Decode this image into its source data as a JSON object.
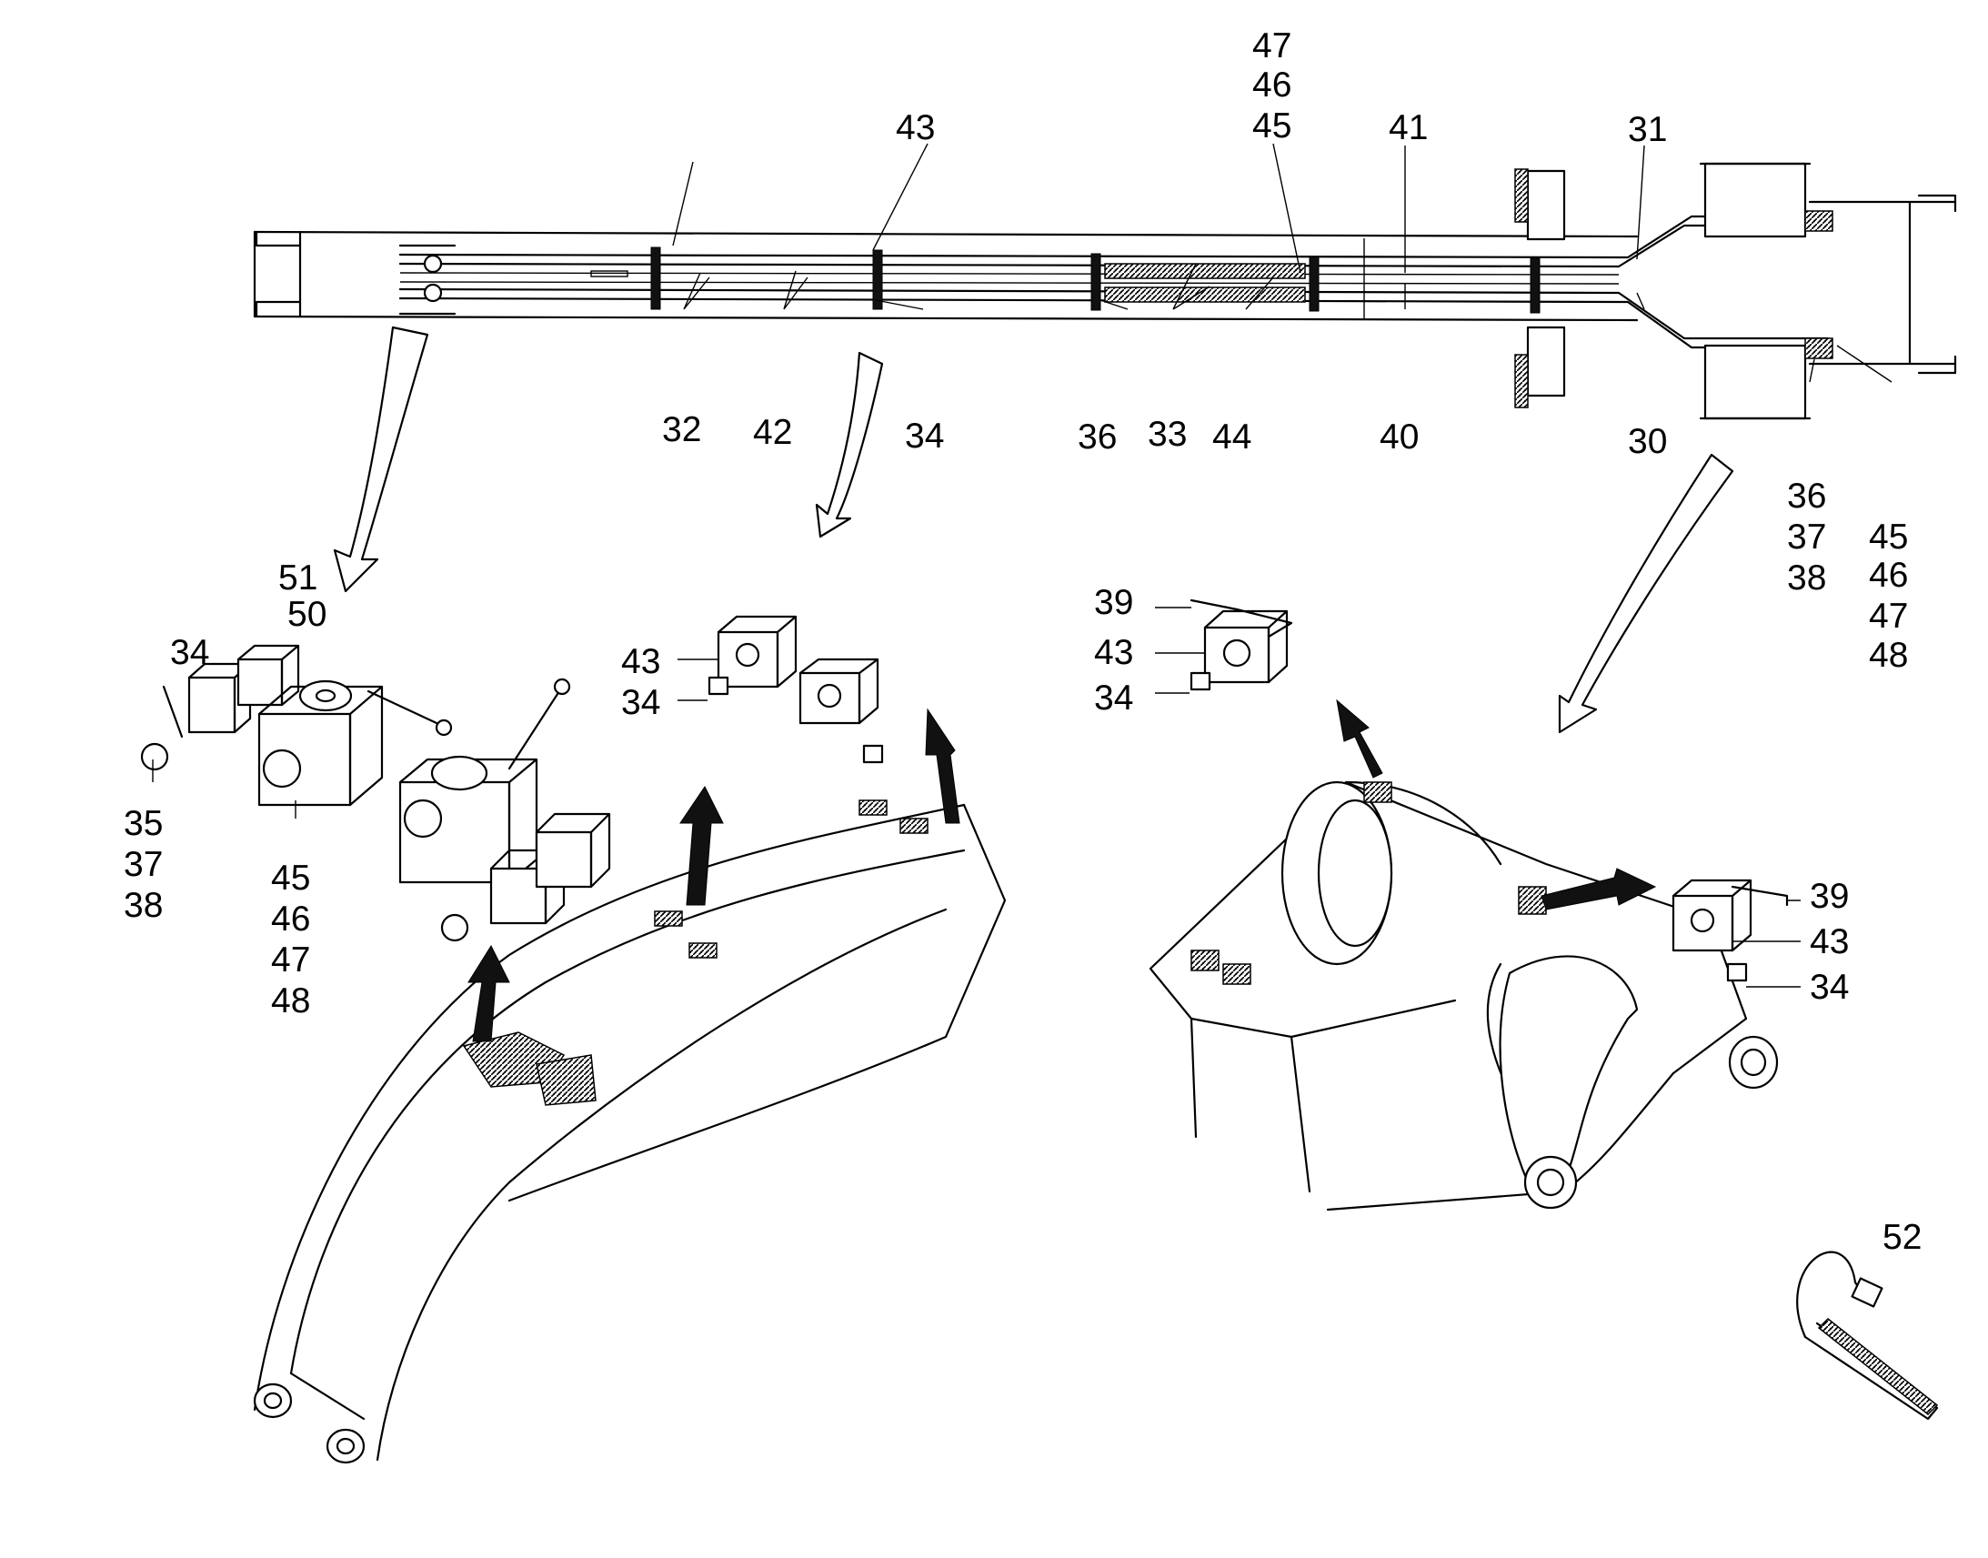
{
  "labels": {
    "c47a": "47",
    "c46a": "46",
    "c45a": "45",
    "c43a": "43",
    "c41": "41",
    "c31": "31",
    "c32": "32",
    "c42": "42",
    "c34a": "34",
    "c36a": "36",
    "c33": "33",
    "c44": "44",
    "c40": "40",
    "c30": "30",
    "c36b": "36",
    "c37b": "37",
    "c38b": "38",
    "c45b": "45",
    "c46b": "46",
    "c47b": "47",
    "c48b": "48",
    "c51": "51",
    "c50": "50",
    "c34b": "34",
    "c35": "35",
    "c37c": "37",
    "c38c": "38",
    "c45c": "45",
    "c46c": "46",
    "c47c": "47",
    "c48c": "48",
    "c43b": "43",
    "c34c": "34",
    "c39a": "39",
    "c43c": "43",
    "c34d": "34",
    "c39b": "39",
    "c43d": "43",
    "c34e": "34",
    "c52": "52"
  }
}
